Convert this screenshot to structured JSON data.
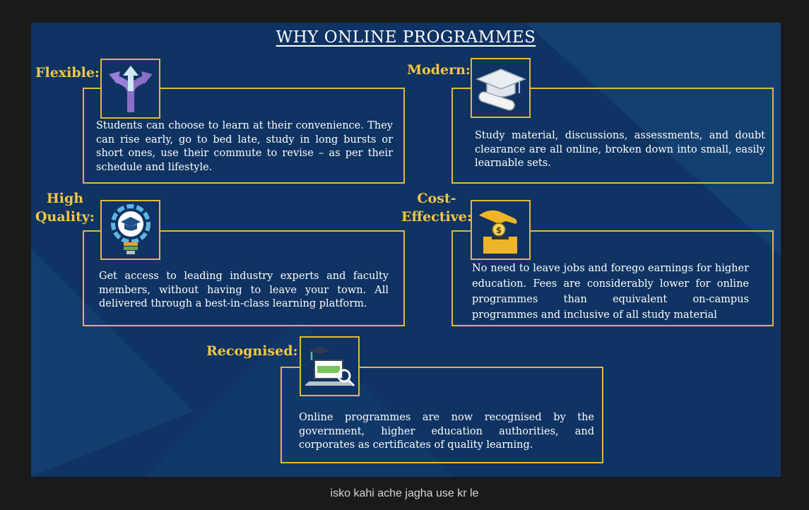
{
  "slide": {
    "title": "WHY ONLINE PROGRAMMES",
    "cards": [
      {
        "heading": "Flexible:",
        "icon": "split-arrows-icon",
        "text": "Students can choose to learn at their convenience. They can rise early, go to bed late, study in long bursts or short ones, use their commute to revise – as per their schedule and lifestyle."
      },
      {
        "heading": "Modern:",
        "icon": "graduation-cap-diploma-icon",
        "text": "Study material, discussions, assessments, and doubt clearance are all online, broken down into small, easily learnable sets."
      },
      {
        "heading_lines": [
          "High",
          "Quality:"
        ],
        "icon": "lightbulb-graduation-icon",
        "text": "Get access to leading industry experts and faculty members, without having to leave your town. All delivered through a best-in-class learning platform."
      },
      {
        "heading_lines": [
          "Cost-",
          "Effective:"
        ],
        "icon": "coin-hand-box-icon",
        "text": "No need to leave jobs and forego earnings for higher education. Fees are considerably lower for online programmes than equivalent on-campus programmes and inclusive of all study material"
      },
      {
        "heading": "Recognised:",
        "icon": "laptop-certificate-icon",
        "text": "Online programmes are now recognised by the government, higher education authorities, and corporates as certificates of quality learning."
      }
    ],
    "colors": {
      "background": "#0f3362",
      "accent": "#f3c743",
      "border": "#e2b93a",
      "text": "#ffffff"
    }
  },
  "caption": "isko kahi ache jagha use kr le"
}
